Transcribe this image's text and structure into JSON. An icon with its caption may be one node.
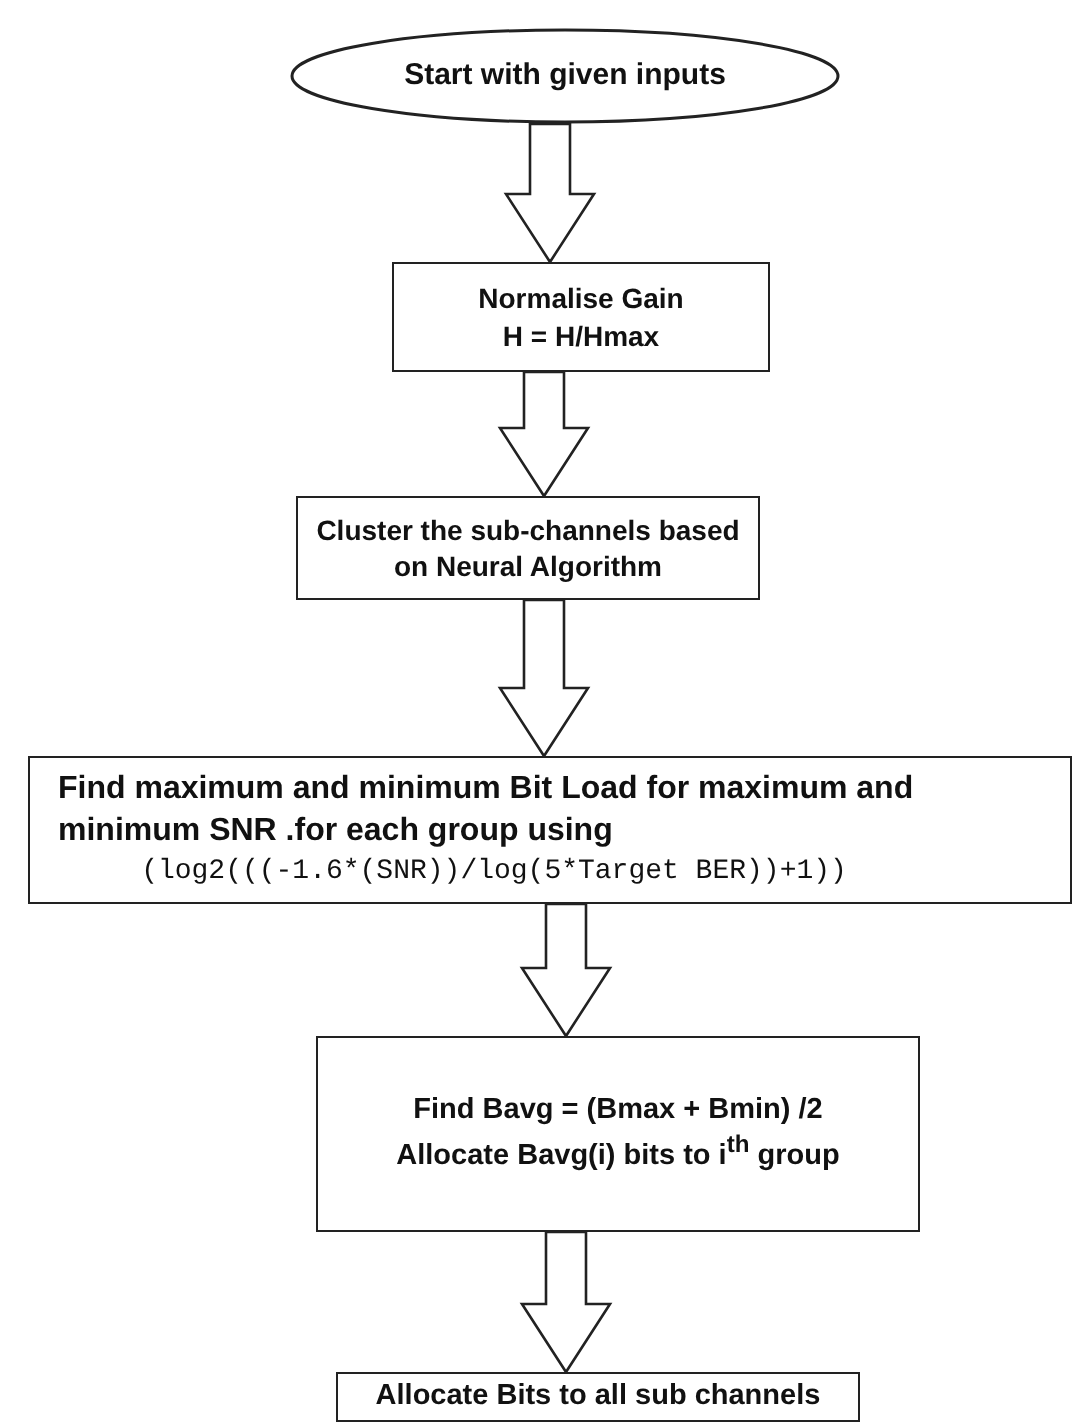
{
  "diagram": {
    "nodes": [
      {
        "text": [
          "Start with given inputs"
        ]
      },
      {
        "text": [
          "Normalise Gain",
          "H = H/Hmax"
        ]
      },
      {
        "text": [
          "Cluster the sub-channels based on Neural Algorithm"
        ]
      },
      {
        "text": [
          "Find maximum and minimum Bit Load for maximum and minimum SNR .for each group using",
          "(log2(((-1.6*(SNR))/log(5*Target BER))+1))"
        ]
      },
      {
        "text": [
          "Find Bavg = (Bmax + Bmin) /2",
          "Allocate Bavg(i) bits to i$^{th}$ group"
        ]
      },
      {
        "text": [
          "Allocate Bits to all sub channels"
        ]
      }
    ],
    "edges": [
      {
        "from": 0,
        "to": 1,
        "arrow": "to"
      },
      {
        "from": 1,
        "to": 2,
        "arrow": "to"
      },
      {
        "from": 2,
        "to": 3,
        "arrow": "to"
      },
      {
        "from": 3,
        "to": 4,
        "arrow": "to"
      },
      {
        "from": 4,
        "to": 5,
        "arrow": "to"
      }
    ]
  }
}
